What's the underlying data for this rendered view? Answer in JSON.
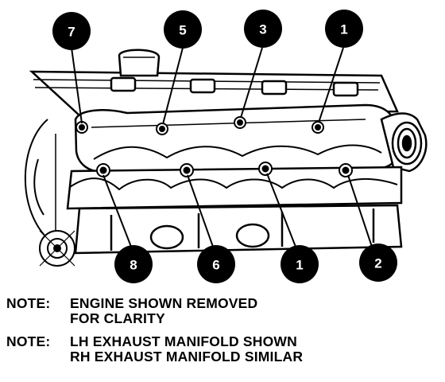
{
  "diagram": {
    "callouts": [
      {
        "id": "callout-7-top",
        "label": "7"
      },
      {
        "id": "callout-5-top",
        "label": "5"
      },
      {
        "id": "callout-3-top",
        "label": "3"
      },
      {
        "id": "callout-1-top",
        "label": "1"
      },
      {
        "id": "callout-8-bottom",
        "label": "8"
      },
      {
        "id": "callout-6-bottom",
        "label": "6"
      },
      {
        "id": "callout-1-bottom",
        "label": "1"
      },
      {
        "id": "callout-2-bottom",
        "label": "2"
      }
    ]
  },
  "notes": [
    {
      "label": "NOTE:",
      "lines": [
        "ENGINE SHOWN REMOVED",
        "FOR CLARITY"
      ]
    },
    {
      "label": "NOTE:",
      "lines": [
        "LH EXHAUST MANIFOLD SHOWN",
        "RH EXHAUST MANIFOLD SIMILAR"
      ]
    }
  ],
  "colors": {
    "ink": "#000000",
    "paper": "#ffffff"
  }
}
